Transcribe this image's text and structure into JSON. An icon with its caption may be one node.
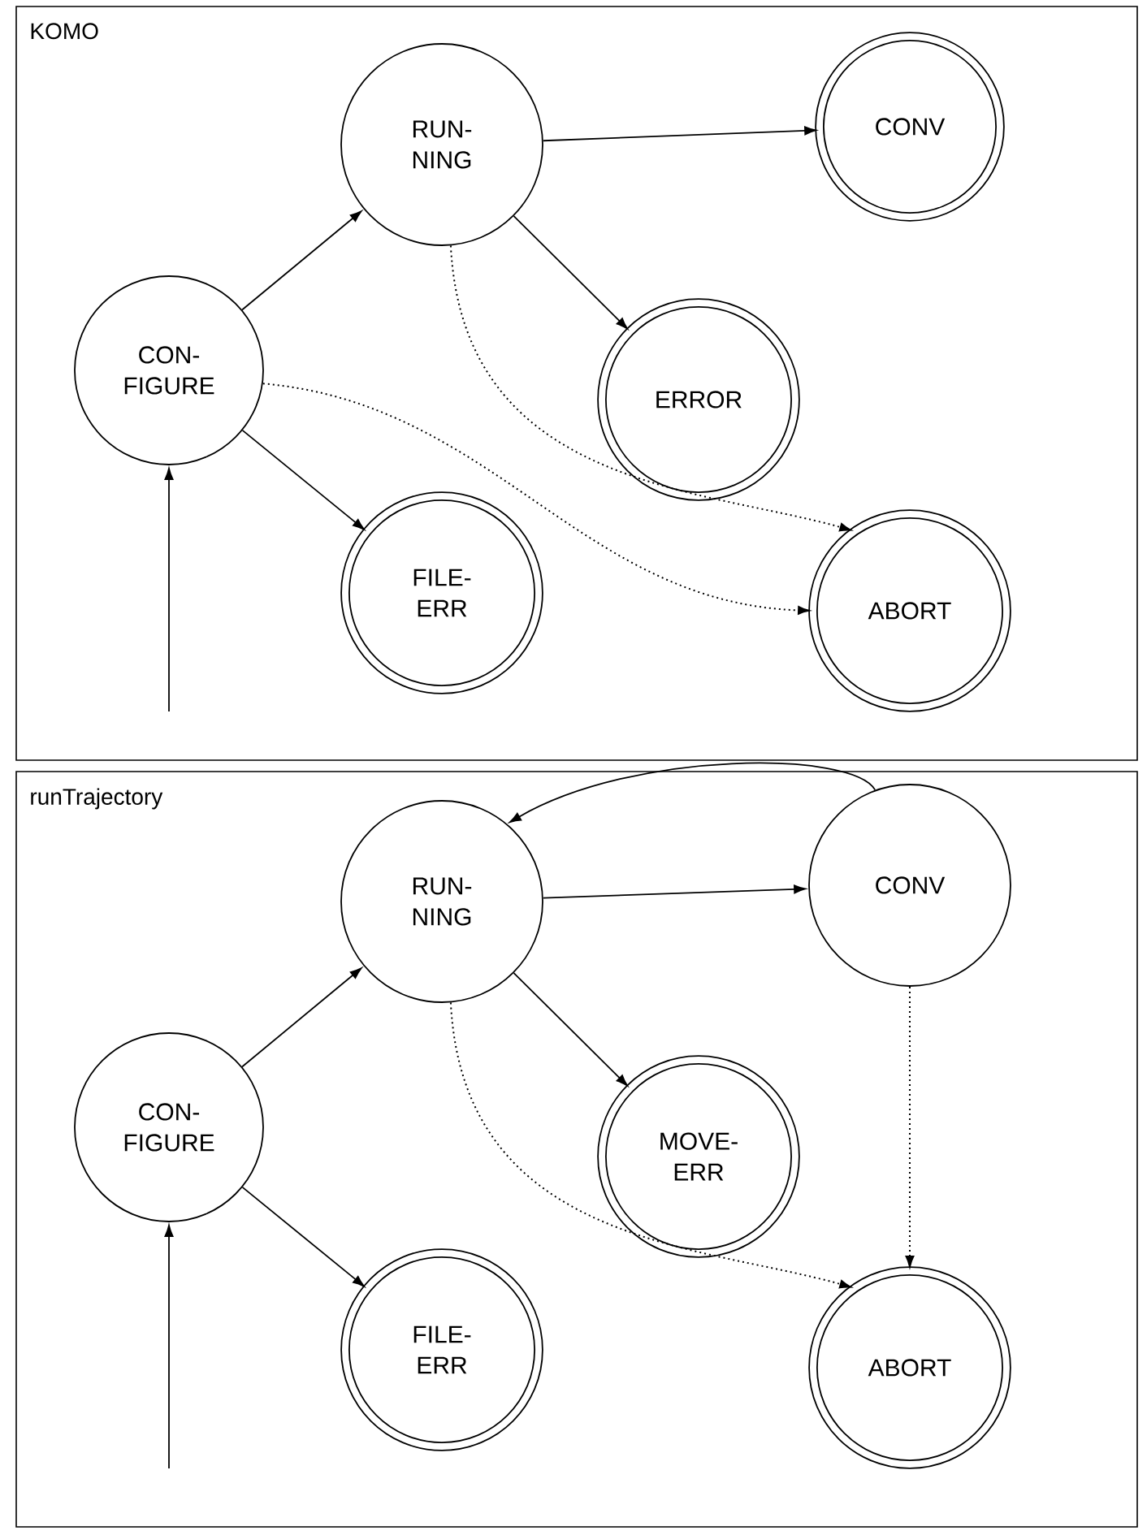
{
  "diagram": {
    "nodes": [
      {
        "text": [
          "KOMO"
        ]
      },
      {
        "text": [
          "CON- FIGURE"
        ],
        "in": 0
      },
      {
        "text": [
          "RUN- NING"
        ],
        "in": 0
      },
      {
        "text": [
          "CONV"
        ],
        "in": 0
      },
      {
        "text": [
          "ERROR"
        ],
        "in": 0
      },
      {
        "text": [
          "FILE- ERR"
        ],
        "in": 0
      },
      {
        "text": [
          "ABORT"
        ],
        "in": 0
      },
      {
        "text": [
          "runTrajectory"
        ]
      },
      {
        "text": [
          "CON- FIGURE"
        ],
        "in": 7
      },
      {
        "text": [
          "RUN- NING"
        ],
        "in": 7
      },
      {
        "text": [
          "CONV"
        ],
        "in": 7
      },
      {
        "text": [
          "MOVE- ERR"
        ],
        "in": 7
      },
      {
        "text": [
          "FILE- ERR"
        ],
        "in": 7
      },
      {
        "text": [
          "ABORT"
        ],
        "in": 7
      }
    ],
    "edges": [
      {
        "from": null,
        "to": 1,
        "arrow": "to"
      },
      {
        "from": 1,
        "to": 2,
        "arrow": "to"
      },
      {
        "from": 1,
        "to": 5,
        "arrow": "to"
      },
      {
        "from": 2,
        "to": 3,
        "arrow": "to"
      },
      {
        "from": 2,
        "to": 4,
        "arrow": "to"
      },
      {
        "from": 2,
        "to": 6,
        "arrow": "to",
        "style": "dashed"
      },
      {
        "from": 1,
        "to": 6,
        "arrow": "to",
        "style": "dashed"
      },
      {
        "from": null,
        "to": 8,
        "arrow": "to"
      },
      {
        "from": 8,
        "to": 9,
        "arrow": "to"
      },
      {
        "from": 8,
        "to": 12,
        "arrow": "to"
      },
      {
        "from": 9,
        "to": 10,
        "arrow": "to"
      },
      {
        "from": 9,
        "to": 11,
        "arrow": "to"
      },
      {
        "from": 9,
        "to": 13,
        "arrow": "to",
        "style": "dashed"
      },
      {
        "from": 10,
        "to": 13,
        "arrow": "to",
        "style": "dashed"
      },
      {
        "from": 10,
        "to": 9,
        "arrow": "to"
      }
    ]
  }
}
